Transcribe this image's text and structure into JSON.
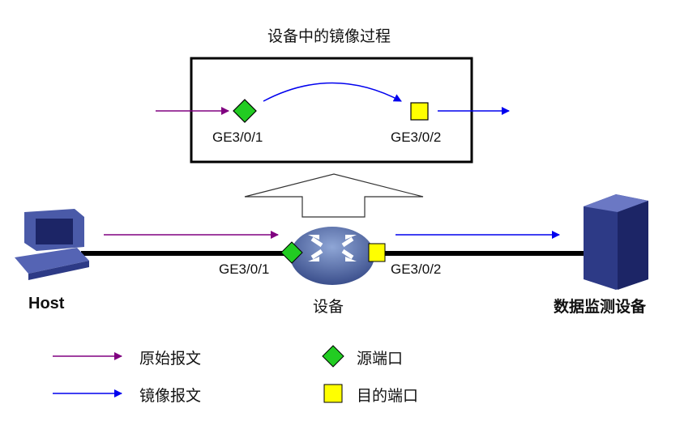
{
  "title": "设备中的镜像过程",
  "detail_box": {
    "ingress_port": "GE3/0/1",
    "egress_port": "GE3/0/2"
  },
  "topology": {
    "host_label": "Host",
    "device_label": "设备",
    "monitor_label": "数据监测设备",
    "ingress_port": "GE3/0/1",
    "egress_port": "GE3/0/2"
  },
  "legend": {
    "original_packet": "原始报文",
    "mirrored_packet": "镜像报文",
    "source_port": "源端口",
    "destination_port": "目的端口"
  },
  "colors": {
    "original": "#800080",
    "mirror": "#0000cc",
    "source_port": "#22cc22",
    "destination_port": "#ffff00"
  }
}
